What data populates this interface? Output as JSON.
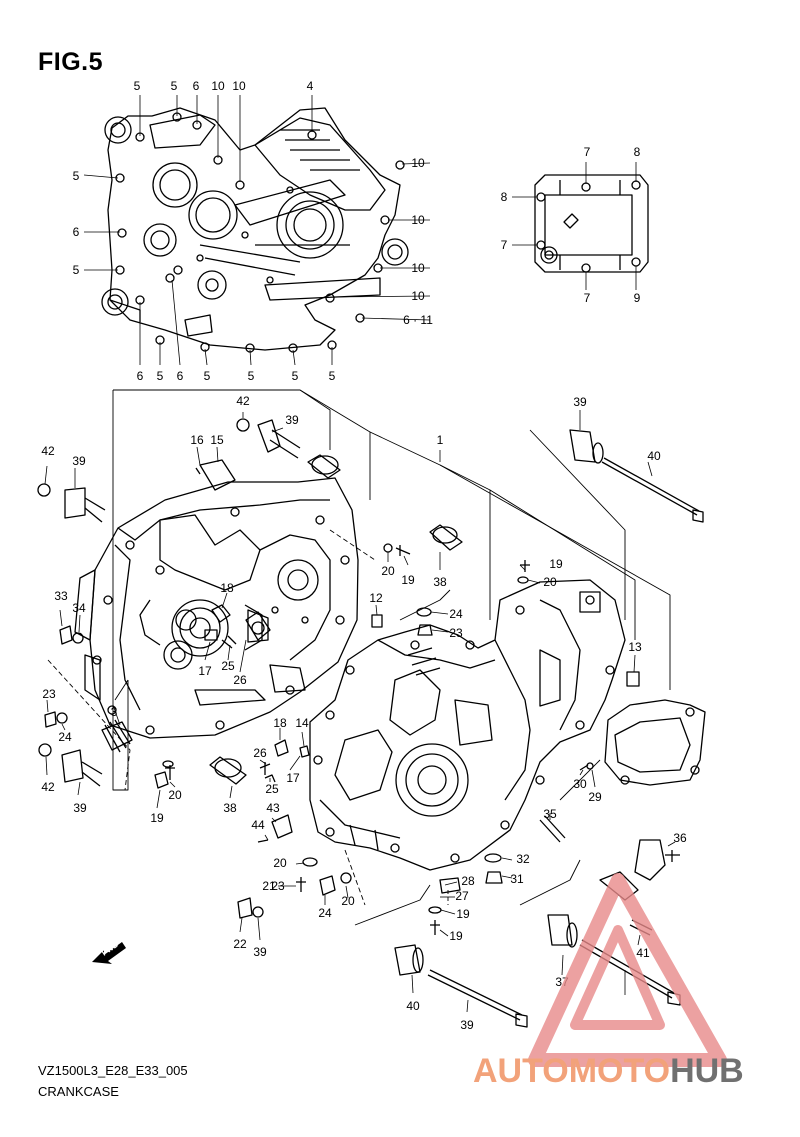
{
  "figure": {
    "title": "FIG.5",
    "model_code": "VZ1500L3_E28_E33_005",
    "part_name": "CRANKCASE",
    "direction_label": "FWD"
  },
  "watermark": {
    "part1": "AUTOMOTO",
    "part2": "HUB",
    "color_primary": "#f08080",
    "color_secondary": "#707070",
    "color_accent": "#f4a3a3"
  },
  "callouts": [
    {
      "num": "5"
    },
    {
      "num": "5"
    },
    {
      "num": "6"
    },
    {
      "num": "10"
    },
    {
      "num": "10"
    },
    {
      "num": "4"
    },
    {
      "num": "5"
    },
    {
      "num": "10"
    },
    {
      "num": "10"
    },
    {
      "num": "6"
    },
    {
      "num": "5"
    },
    {
      "num": "10"
    },
    {
      "num": "10"
    },
    {
      "num": "6 · 11"
    },
    {
      "num": "6"
    },
    {
      "num": "5"
    },
    {
      "num": "6"
    },
    {
      "num": "5"
    },
    {
      "num": "5"
    },
    {
      "num": "5"
    },
    {
      "num": "5"
    },
    {
      "num": "7"
    },
    {
      "num": "8"
    },
    {
      "num": "8"
    },
    {
      "num": "7"
    },
    {
      "num": "7"
    },
    {
      "num": "9"
    },
    {
      "num": "42"
    },
    {
      "num": "39"
    },
    {
      "num": "16"
    },
    {
      "num": "15"
    },
    {
      "num": "1"
    },
    {
      "num": "39"
    },
    {
      "num": "40"
    },
    {
      "num": "42"
    },
    {
      "num": "39"
    },
    {
      "num": "20"
    },
    {
      "num": "19"
    },
    {
      "num": "38"
    },
    {
      "num": "19"
    },
    {
      "num": "20"
    },
    {
      "num": "33"
    },
    {
      "num": "34"
    },
    {
      "num": "18"
    },
    {
      "num": "12"
    },
    {
      "num": "24"
    },
    {
      "num": "23"
    },
    {
      "num": "13"
    },
    {
      "num": "17"
    },
    {
      "num": "25"
    },
    {
      "num": "26"
    },
    {
      "num": "23"
    },
    {
      "num": "24"
    },
    {
      "num": "3"
    },
    {
      "num": "18"
    },
    {
      "num": "14"
    },
    {
      "num": "26"
    },
    {
      "num": "17"
    },
    {
      "num": "25"
    },
    {
      "num": "42"
    },
    {
      "num": "39"
    },
    {
      "num": "20"
    },
    {
      "num": "19"
    },
    {
      "num": "38"
    },
    {
      "num": "43"
    },
    {
      "num": "44"
    },
    {
      "num": "30"
    },
    {
      "num": "29"
    },
    {
      "num": "35"
    },
    {
      "num": "36"
    },
    {
      "num": "32"
    },
    {
      "num": "31"
    },
    {
      "num": "20"
    },
    {
      "num": "28"
    },
    {
      "num": "27"
    },
    {
      "num": "19"
    },
    {
      "num": "23"
    },
    {
      "num": "24"
    },
    {
      "num": "20"
    },
    {
      "num": "19"
    },
    {
      "num": "21"
    },
    {
      "num": "22"
    },
    {
      "num": "39"
    },
    {
      "num": "40"
    },
    {
      "num": "39"
    },
    {
      "num": "37"
    },
    {
      "num": "41"
    }
  ]
}
